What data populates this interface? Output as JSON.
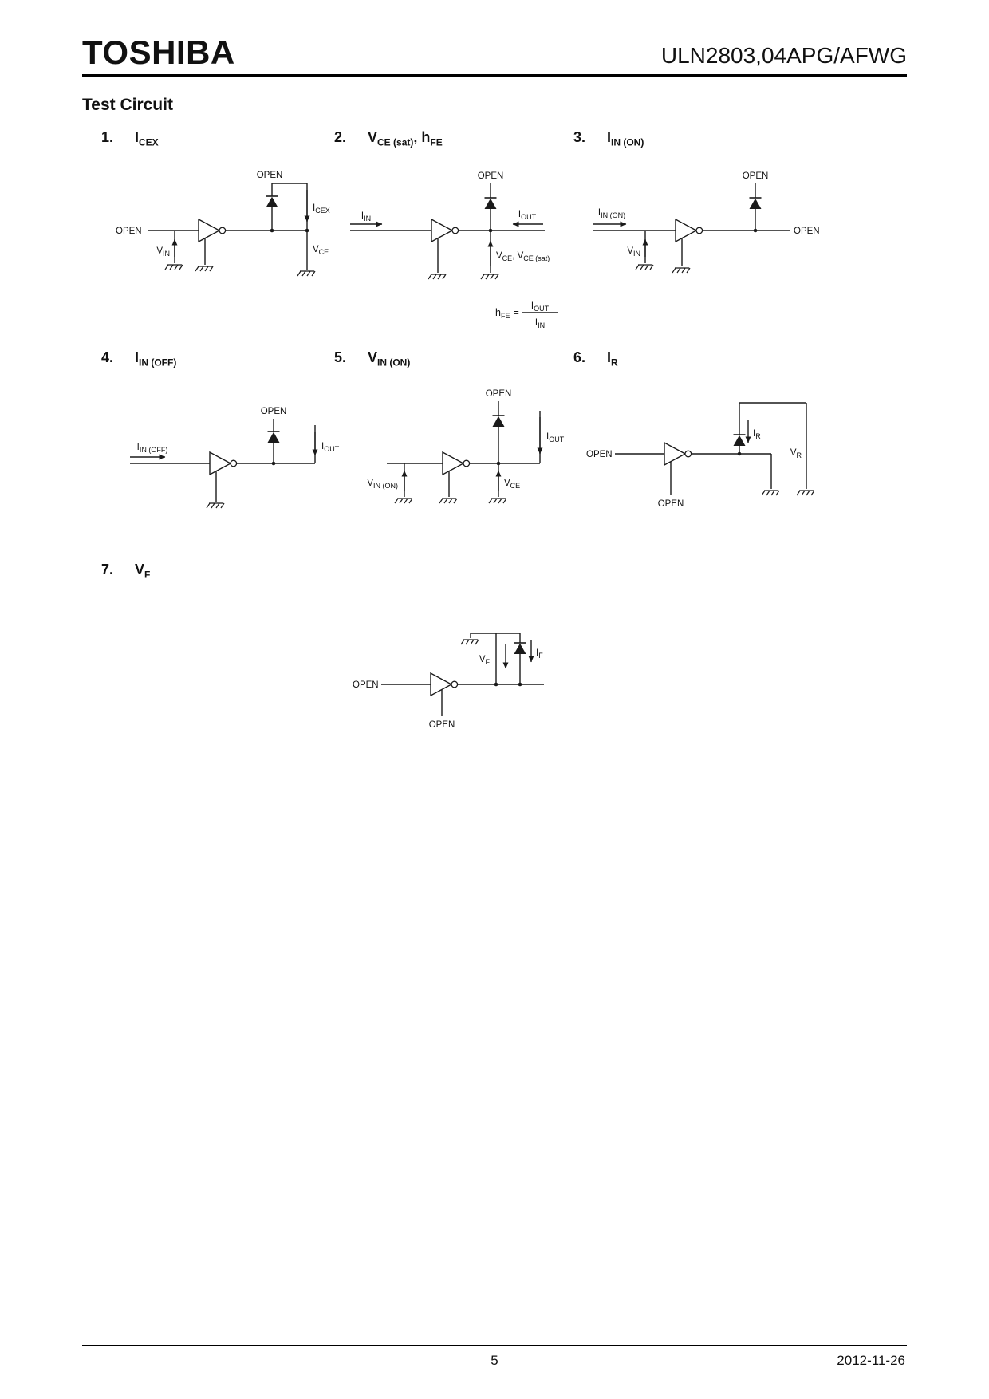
{
  "header": {
    "logo": "TOSHIBA",
    "title": "ULN2803,04APG/AFWG"
  },
  "section_title": "Test Circuit",
  "circuits": {
    "c1": {
      "num": "1.",
      "title": {
        "m1": "I",
        "s1": "CEX"
      },
      "labels": {
        "open_top": "OPEN",
        "open_left": "OPEN",
        "vin_m": "V",
        "vin_s": "IN",
        "icex_m": "I",
        "icex_s": "CEX",
        "vce_m": "V",
        "vce_s": "CE"
      }
    },
    "c2": {
      "num": "2.",
      "title": {
        "m1": "V",
        "s1": "CE (sat)",
        "m2": ", h",
        "s2": "FE"
      },
      "labels": {
        "iin_m": "I",
        "iin_s": "IN",
        "open_top": "OPEN",
        "iout_m": "I",
        "iout_s": "OUT",
        "vce_m": "V",
        "vce_s": "CE",
        "vce2_m": ", V",
        "vce2_s": "CE (sat)"
      },
      "formula": {
        "h_m": "h",
        "h_s": "FE",
        "eq": "=",
        "num_m": "I",
        "num_s": "OUT",
        "den_m": "I",
        "den_s": "IN"
      }
    },
    "c3": {
      "num": "3.",
      "title": {
        "m1": "I",
        "s1": "IN (ON)"
      },
      "labels": {
        "iin_m": "I",
        "iin_s": "IN (ON)",
        "vin_m": "V",
        "vin_s": "IN",
        "open_top": "OPEN",
        "open_right": "OPEN"
      }
    },
    "c4": {
      "num": "4.",
      "title": {
        "m1": "I",
        "s1": "IN (OFF)"
      },
      "labels": {
        "iin_m": "I",
        "iin_s": "IN (OFF)",
        "open_top": "OPEN",
        "iout_m": "I",
        "iout_s": "OUT"
      }
    },
    "c5": {
      "num": "5.",
      "title": {
        "m1": "V",
        "s1": "IN (ON)"
      },
      "labels": {
        "open_top": "OPEN",
        "vin_m": "V",
        "vin_s": "IN (ON)",
        "iout_m": "I",
        "iout_s": "OUT",
        "vce_m": "V",
        "vce_s": "CE"
      }
    },
    "c6": {
      "num": "6.",
      "title": {
        "m1": "I",
        "s1": "R"
      },
      "labels": {
        "open_left": "OPEN",
        "ir_m": "I",
        "ir_s": "R",
        "vr_m": "V",
        "vr_s": "R",
        "open_bottom": "OPEN"
      }
    },
    "c7": {
      "num": "7.",
      "title": {
        "m1": "V",
        "s1": "F"
      },
      "labels": {
        "open_left": "OPEN",
        "vf_m": "V",
        "vf_s": "F",
        "if_m": "I",
        "if_s": "F",
        "open_bottom": "OPEN"
      }
    }
  },
  "footer": {
    "page": "5",
    "date": "2012-11-26"
  }
}
